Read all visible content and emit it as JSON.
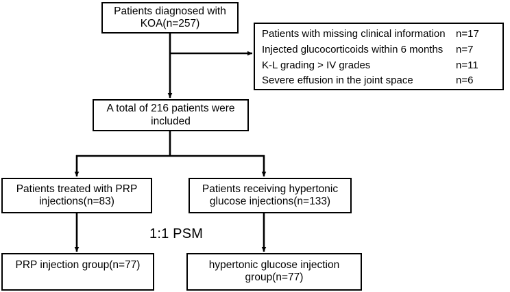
{
  "diagram": {
    "type": "flowchart",
    "title": "Patient enrollment flow diagram",
    "nodes": {
      "diagnosed": {
        "label": "Patients diagnosed with\nKOA(n=257)",
        "count": 257
      },
      "excluded": {
        "criteria": [
          {
            "reason": "Patients with missing clinical information",
            "count": "n=17"
          },
          {
            "reason": "Injected glucocorticoids within 6 months",
            "count": "n=7"
          },
          {
            "reason": "K-L grading > IV grades",
            "count": "n=11"
          },
          {
            "reason": "Severe effusion in the joint space",
            "count": "n=6"
          }
        ]
      },
      "included": {
        "label": "A total of 216 patients were\nincluded",
        "count": 216
      },
      "prp": {
        "label": "Patients treated with PRP\ninjections(n=83)",
        "count": 83
      },
      "hypertonic": {
        "label": "Patients receiving hypertonic\nglucose injections(n=133)",
        "count": 133
      },
      "prp_group": {
        "label": "PRP injection group(n=77)",
        "count": 77
      },
      "hypertonic_group": {
        "label": "hypertonic glucose injection\ngroup(n=77)",
        "count": 77
      }
    },
    "annotations": {
      "psm": "1:1 PSM"
    },
    "colors": {
      "stroke": "#000000",
      "fill": "#ffffff",
      "text": "#000000"
    }
  }
}
